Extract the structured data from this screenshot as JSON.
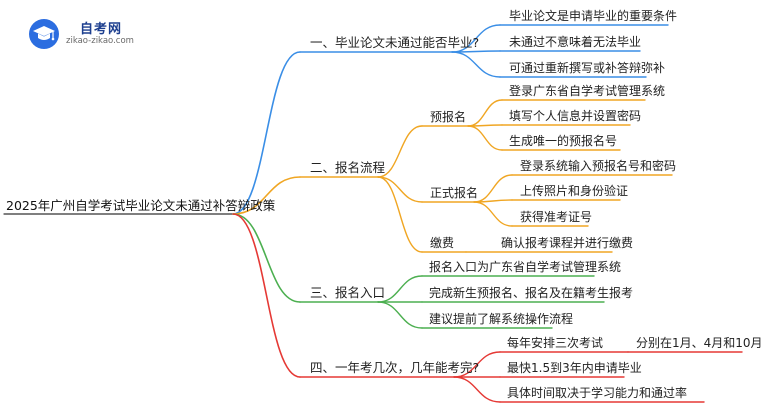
{
  "logo": {
    "title": "自考网",
    "url": "zikao-zikao.com"
  },
  "mindmap": {
    "root": "2025年广州自学考试毕业论文未通过补答辩政策",
    "branches": [
      {
        "label": "一、毕业论文未通过能否毕业?",
        "color": "#3a8ee6",
        "children": [
          {
            "label": "毕业论文是申请毕业的重要条件"
          },
          {
            "label": "未通过不意味着无法毕业"
          },
          {
            "label": "可通过重新撰写或补答辩弥补"
          }
        ]
      },
      {
        "label": "二、报名流程",
        "color": "#f0a623",
        "children": [
          {
            "label": "预报名",
            "children": [
              {
                "label": "登录广东省自学考试管理系统"
              },
              {
                "label": "填写个人信息并设置密码"
              },
              {
                "label": "生成唯一的预报名号"
              }
            ]
          },
          {
            "label": "正式报名",
            "children": [
              {
                "label": "登录系统输入预报名号和密码"
              },
              {
                "label": "上传照片和身份验证"
              },
              {
                "label": "获得准考证号"
              }
            ]
          },
          {
            "label": "缴费",
            "children": [
              {
                "label": "确认报考课程并进行缴费"
              }
            ]
          }
        ]
      },
      {
        "label": "三、报名入口",
        "color": "#4caf50",
        "children": [
          {
            "label": "报名入口为广东省自学考试管理系统"
          },
          {
            "label": "完成新生预报名、报名及在籍考生报考"
          },
          {
            "label": "建议提前了解系统操作流程"
          }
        ]
      },
      {
        "label": "四、一年考几次，几年能考完?",
        "color": "#e53935",
        "children": [
          {
            "label": "每年安排三次考试",
            "children": [
              {
                "label": "分别在1月、4月和10月"
              }
            ]
          },
          {
            "label": "最快1.5到3年内申请毕业"
          },
          {
            "label": "具体时间取决于学习能力和通过率"
          }
        ]
      }
    ]
  }
}
